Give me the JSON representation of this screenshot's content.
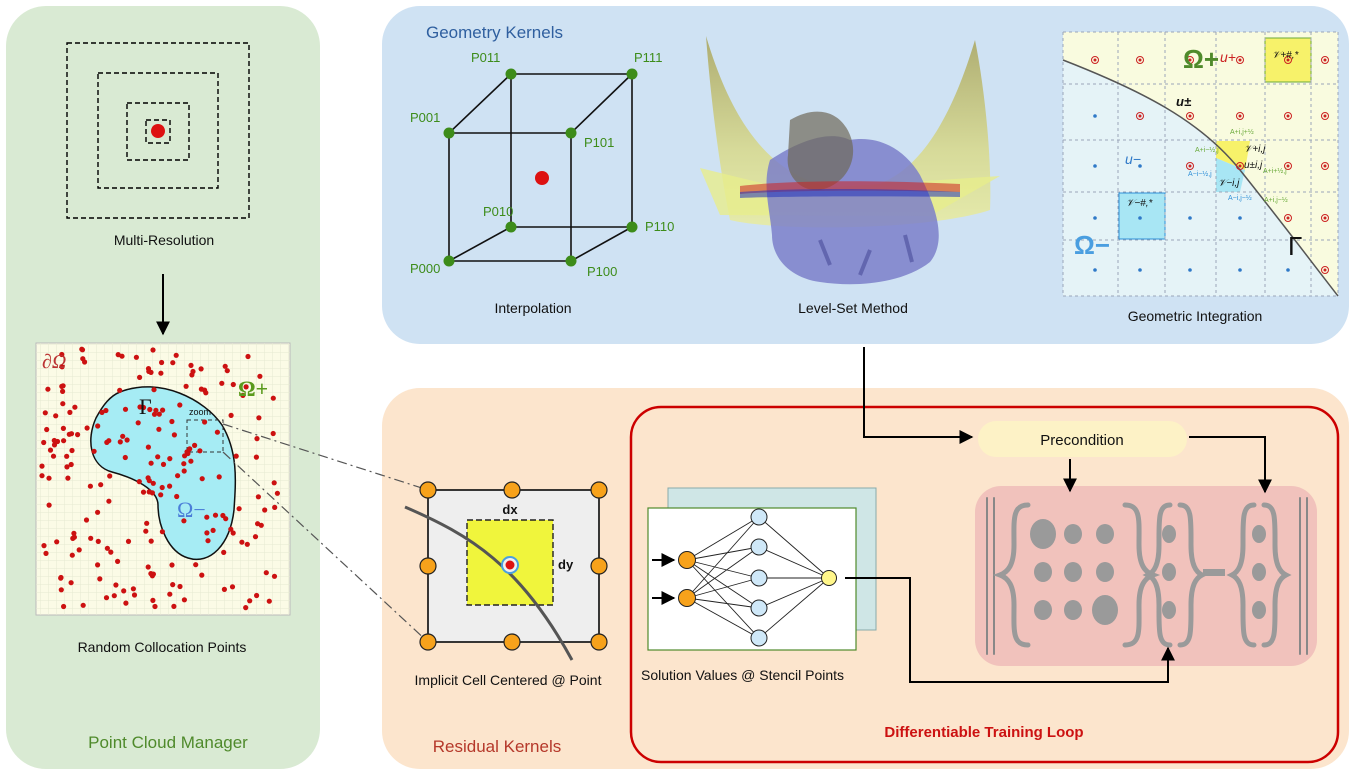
{
  "point_cloud": {
    "title": "Point Cloud Manager",
    "multi_resolution_label": "Multi-Resolution",
    "collocation_label": "Random Collocation Points",
    "boundary_label": "∂Ω",
    "omega_plus": "Ω+",
    "omega_minus": "Ω−",
    "gamma": "Γ",
    "zoom_label": "zoom"
  },
  "geometry": {
    "title": "Geometry Kernels",
    "interpolation_label": "Interpolation",
    "levelset_label": "Level-Set Method",
    "integration_label": "Geometric Integration",
    "vertices": [
      "P001",
      "P011",
      "P111",
      "P101",
      "P010",
      "P110",
      "P000",
      "P100"
    ],
    "grid": {
      "omega_plus": "Ω+",
      "omega_minus": "Ω−",
      "gamma": "Γ",
      "u_plus": "u+",
      "u_minus": "u−",
      "u_pm": "u±",
      "v_plus_hash": "𝒱+#,*",
      "v_minus_hash": "𝒱−#,*",
      "v_plus_ij": "𝒱+i,j",
      "v_minus_ij": "𝒱−i,j",
      "u_pm_ij": "u±i,j",
      "a_top": "A+i,j+½",
      "a_left_plus": "A+i−½,j",
      "a_left_minus": "A−i−½,j",
      "a_right_plus": "A+i+½,j",
      "a_bottom_minus": "A−i,j−½",
      "a_bottom_plus": "A+i,j−½"
    }
  },
  "residual": {
    "title": "Residual Kernels",
    "cell_label": "Implicit Cell Centered @ Point",
    "dx": "dx",
    "dy": "dy"
  },
  "training": {
    "title": "Differentiable Training Loop",
    "precondition": "Precondition",
    "stencil_label": "Solution Values @ Stencil Points"
  },
  "colors": {
    "green_panel": "#d9ead3",
    "blue_panel": "#cfe2f3",
    "orange_panel": "#fce5cd",
    "red_border": "#cc0000",
    "point_red": "#cc1111",
    "node_orange": "#f39c12",
    "node_blue": "#cfe8f8",
    "cube_green": "#3d8c1a"
  }
}
